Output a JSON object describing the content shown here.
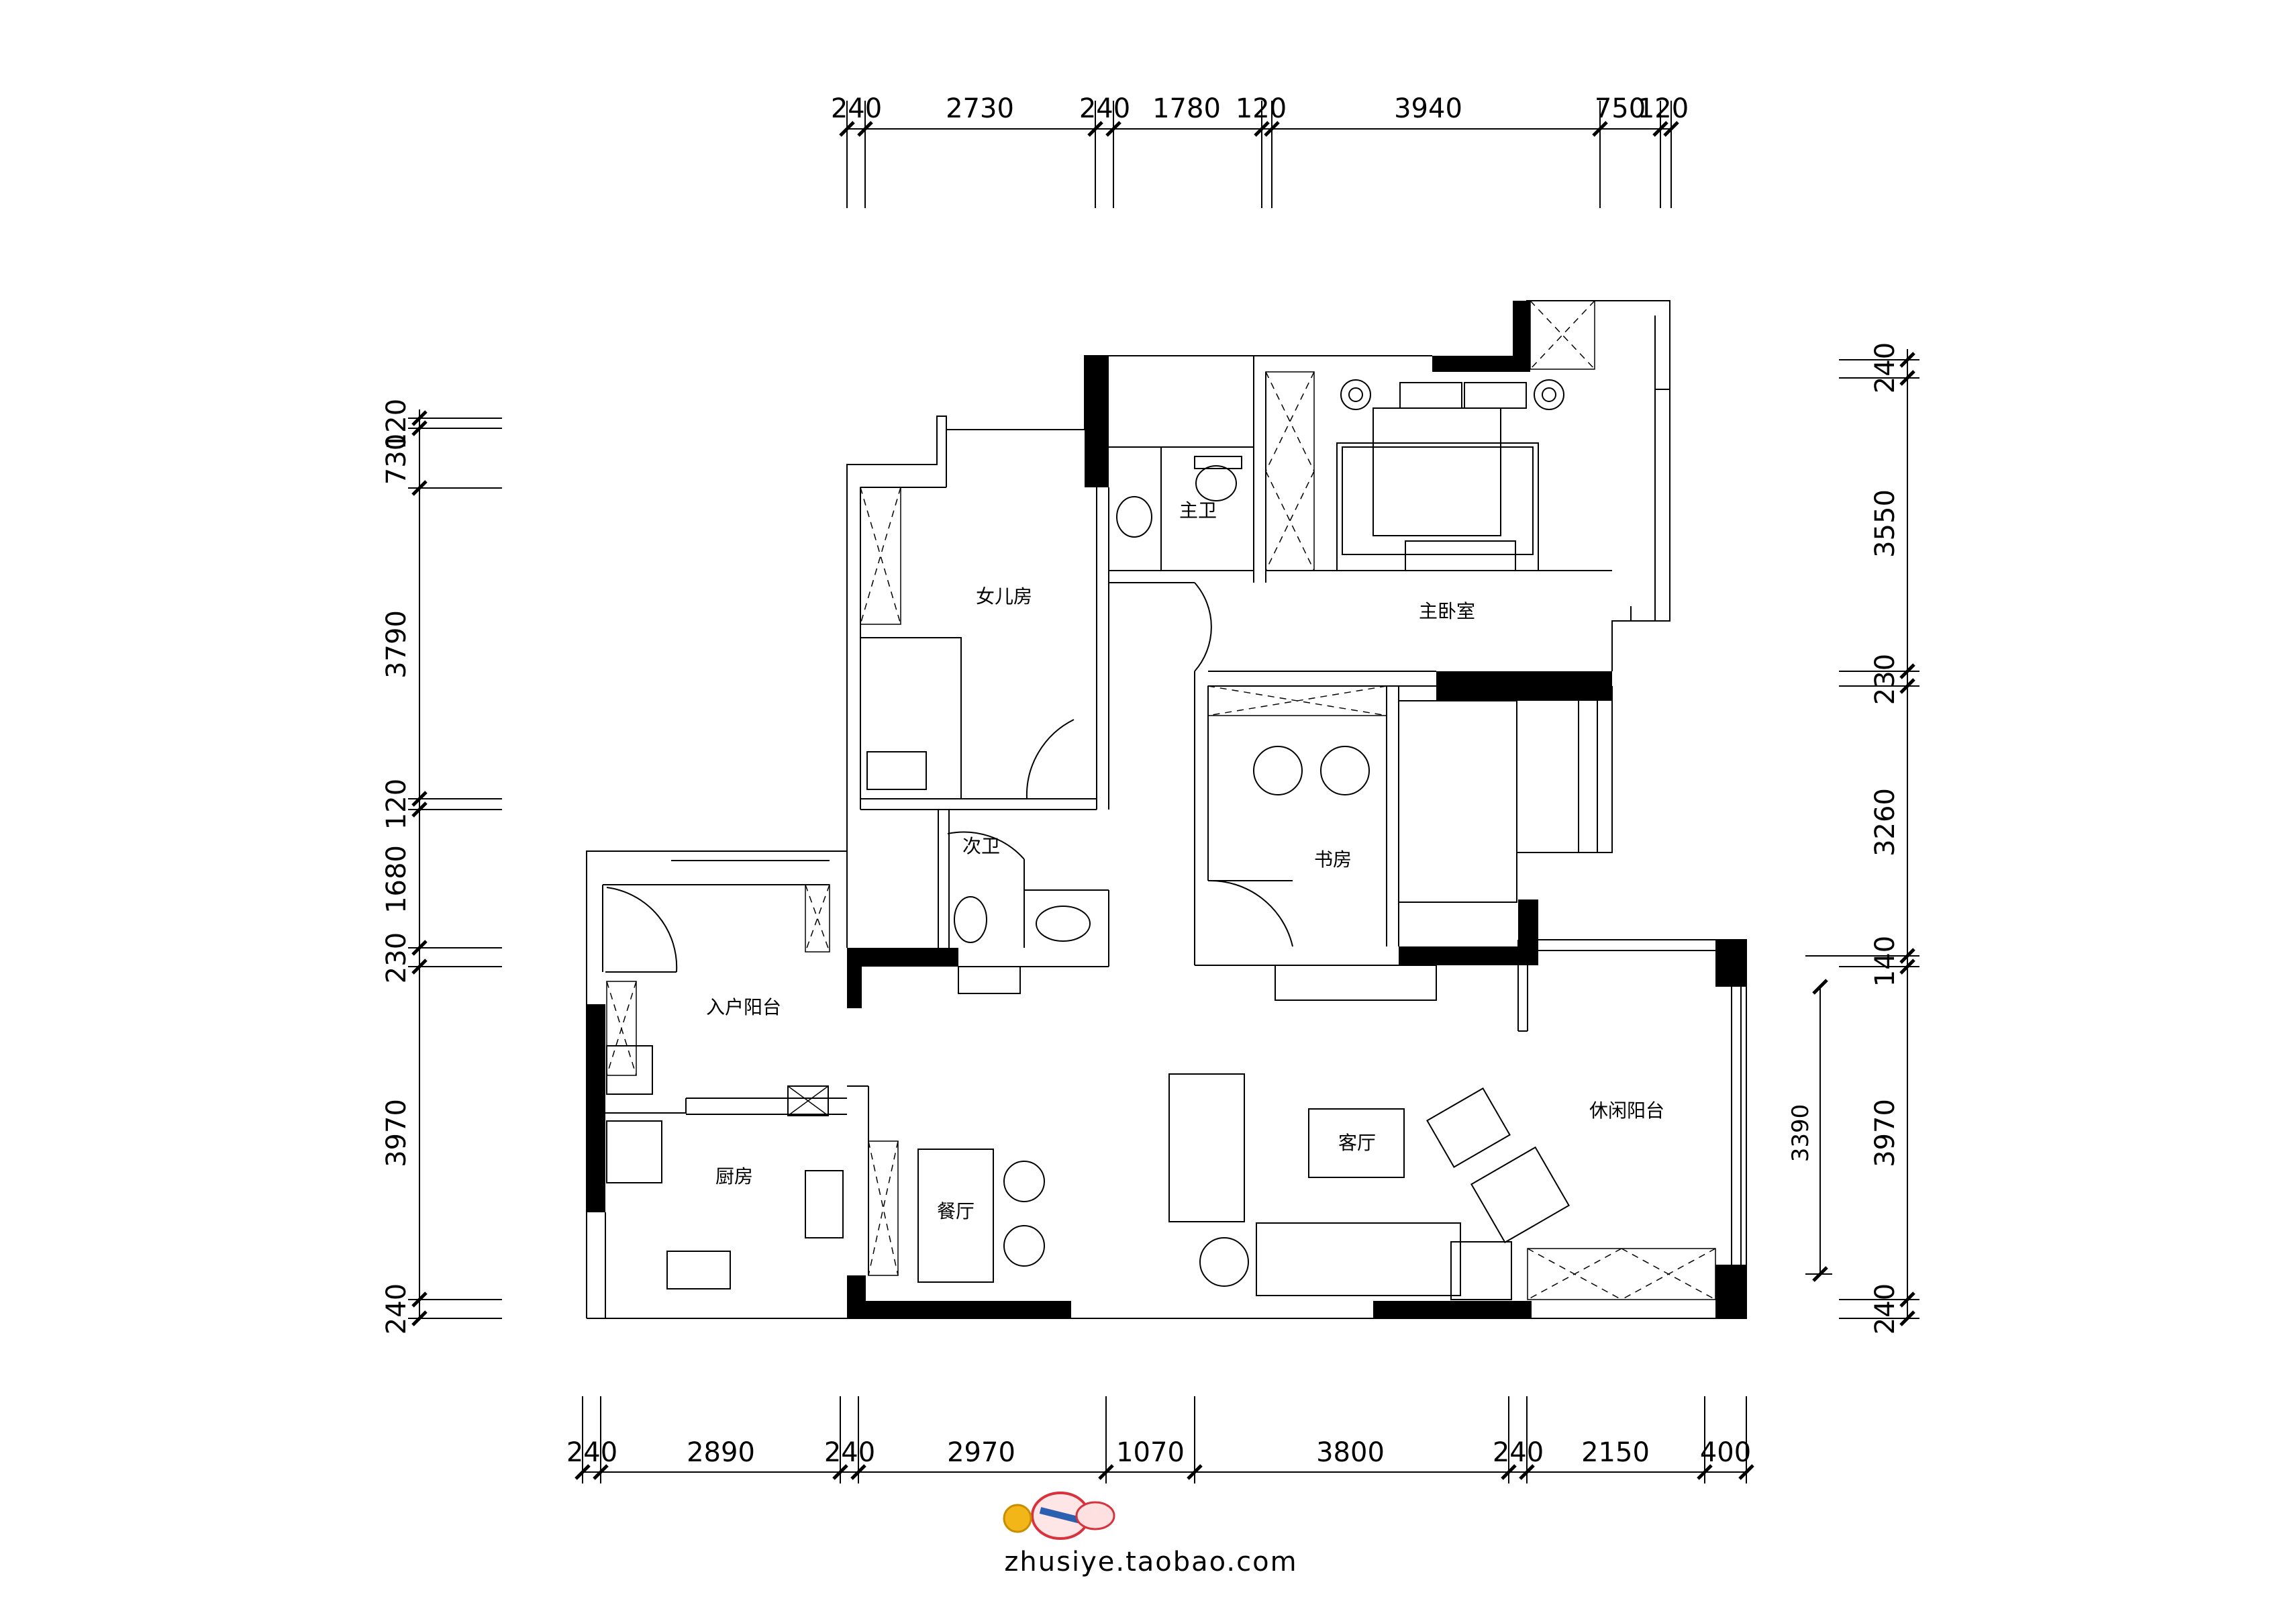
{
  "dimensions": {
    "top": [
      "240",
      "2730",
      "240",
      "1780",
      "120",
      "3940",
      "750",
      "120"
    ],
    "bottom": [
      "240",
      "2890",
      "240",
      "2970",
      "1070",
      "3800",
      "240",
      "2150",
      "400"
    ],
    "left": [
      "120",
      "730",
      "3790",
      "120",
      "1680",
      "230",
      "3970",
      "240"
    ],
    "right": [
      "240",
      "3550",
      "230",
      "3260",
      "140",
      "3970",
      "240"
    ],
    "inner_right": "3390"
  },
  "rooms": {
    "master_bath": "主卫",
    "daughter_room": "女儿房",
    "master_bedroom": "主卧室",
    "second_bath": "次卫",
    "study": "书房",
    "entry_balcony": "入户阳台",
    "kitchen": "厨房",
    "dining": "餐厅",
    "living": "客厅",
    "leisure_balcony": "休闲阳台"
  },
  "watermark": {
    "url": "zhusiye.taobao.com"
  },
  "colors": {
    "line": "#000000",
    "background": "#ffffff",
    "logo_red": "#d8323c",
    "logo_blue": "#2b5fb0",
    "logo_yellow": "#f2b619"
  }
}
